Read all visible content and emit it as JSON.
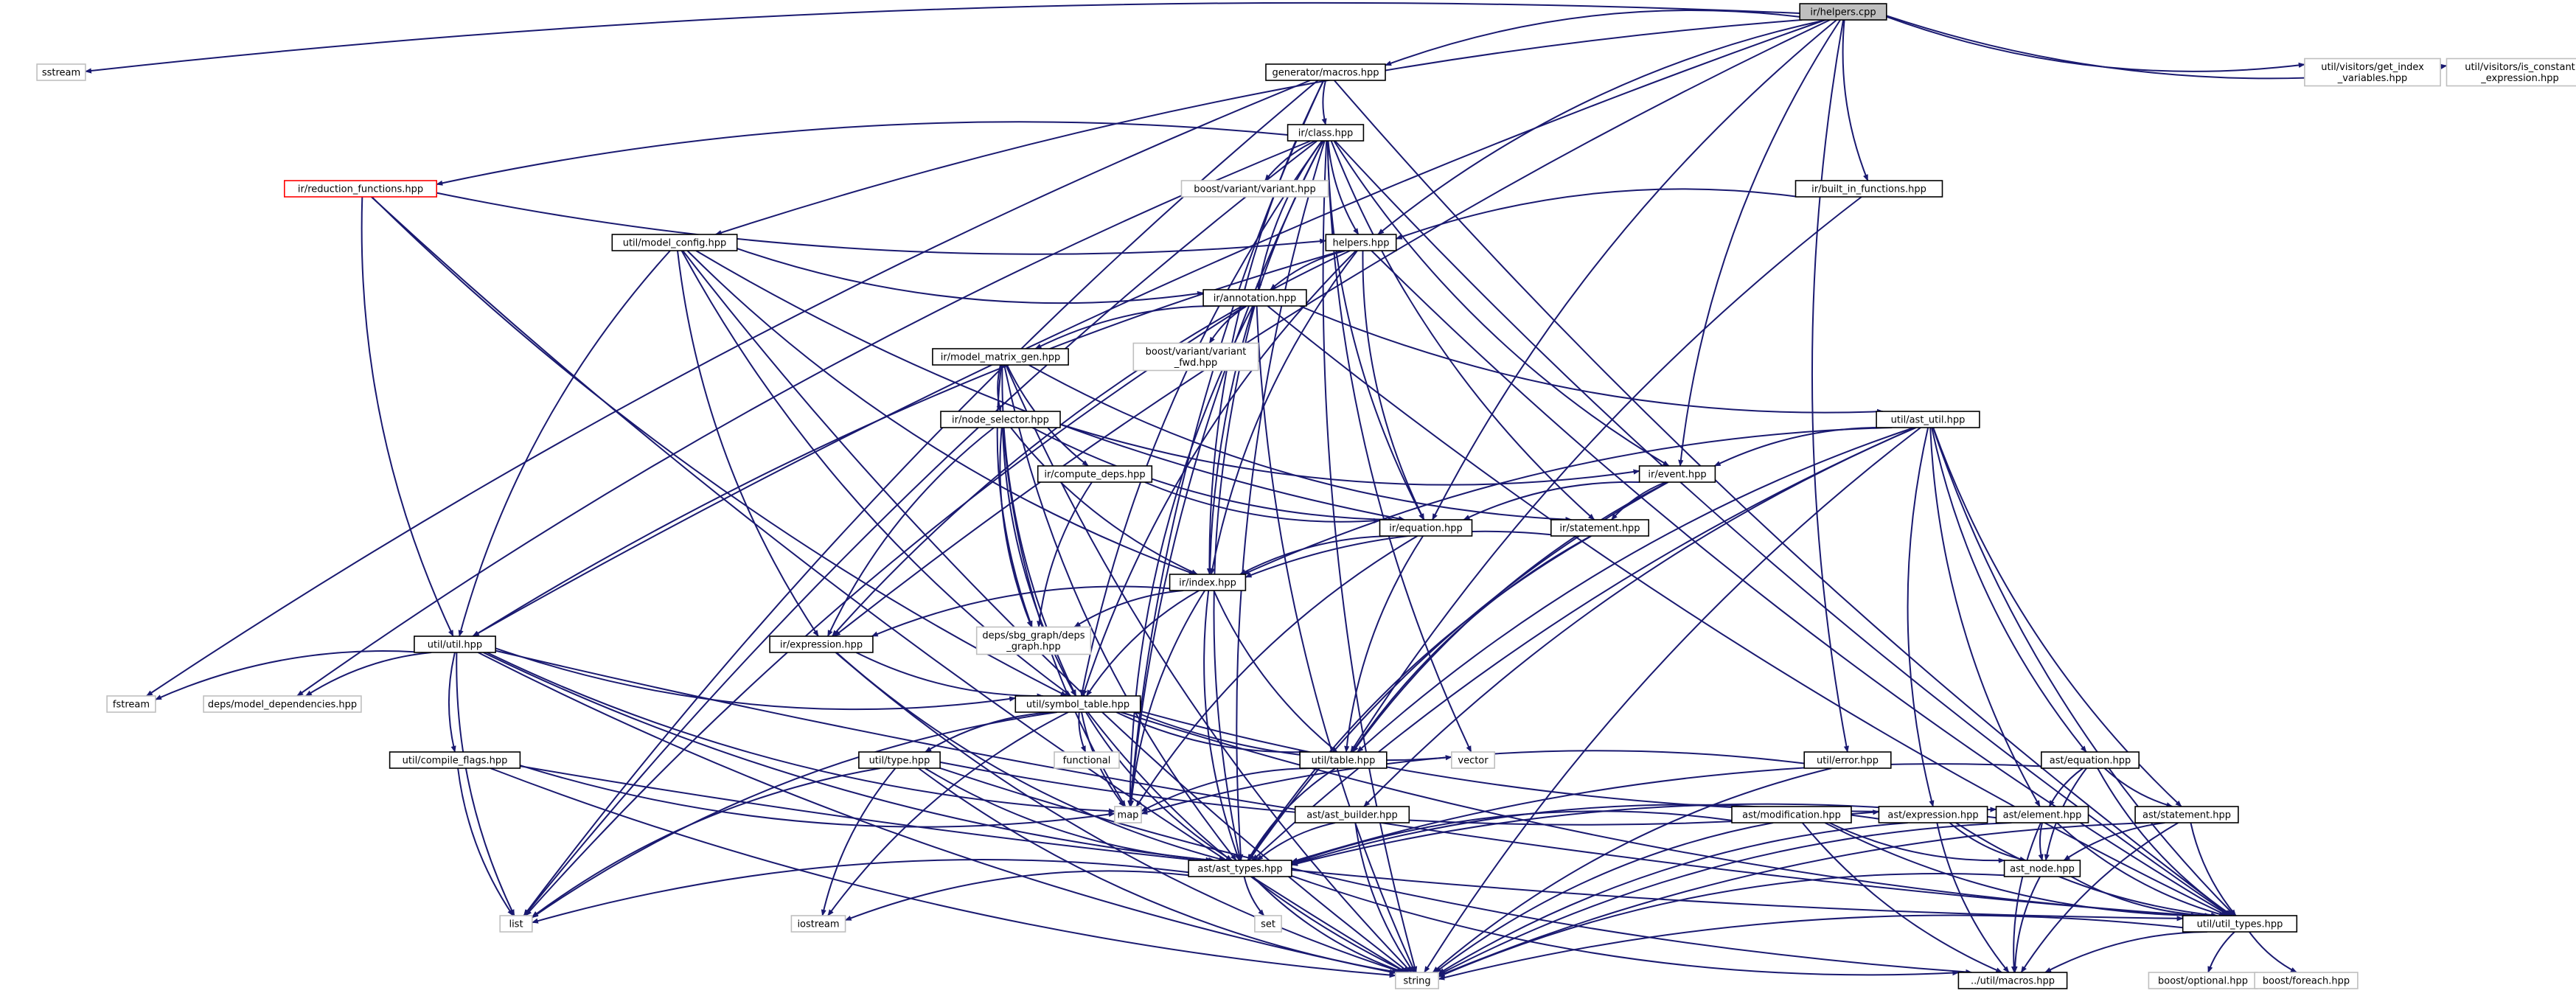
{
  "colors": {
    "edge": "#191970",
    "root_fill": "#bfbfbf",
    "box_stroke": "#000000",
    "external_stroke": "#bfbfbf",
    "highlight_stroke": "#ff0000",
    "background": "#ffffff"
  },
  "nodes": [
    {
      "id": "root",
      "label": "ir/helpers.cpp",
      "kind": "root"
    },
    {
      "id": "sstream",
      "label": "sstream",
      "kind": "external"
    },
    {
      "id": "macros",
      "label": "generator/macros.hpp",
      "kind": "file"
    },
    {
      "id": "getidx",
      "label": "util/visitors/get_index\n_variables.hpp",
      "kind": "external"
    },
    {
      "id": "isconst",
      "label": "util/visitors/is_constant\n_expression.hpp",
      "kind": "external"
    },
    {
      "id": "class",
      "label": "ir/class.hpp",
      "kind": "file"
    },
    {
      "id": "variant",
      "label": "boost/variant/variant.hpp",
      "kind": "external"
    },
    {
      "id": "reduction",
      "label": "ir/reduction_functions.hpp",
      "kind": "highlight"
    },
    {
      "id": "builtin",
      "label": "ir/built_in_functions.hpp",
      "kind": "file"
    },
    {
      "id": "modelcfg",
      "label": "util/model_config.hpp",
      "kind": "file"
    },
    {
      "id": "helpers",
      "label": "helpers.hpp",
      "kind": "file"
    },
    {
      "id": "annotation",
      "label": "ir/annotation.hpp",
      "kind": "file"
    },
    {
      "id": "varfwd",
      "label": "boost/variant/variant\n_fwd.hpp",
      "kind": "external"
    },
    {
      "id": "mmgen",
      "label": "ir/model_matrix_gen.hpp",
      "kind": "file"
    },
    {
      "id": "nodesel",
      "label": "ir/node_selector.hpp",
      "kind": "file"
    },
    {
      "id": "astutil",
      "label": "util/ast_util.hpp",
      "kind": "file"
    },
    {
      "id": "event",
      "label": "ir/event.hpp",
      "kind": "file"
    },
    {
      "id": "compdeps",
      "label": "ir/compute_deps.hpp",
      "kind": "file"
    },
    {
      "id": "equation",
      "label": "ir/equation.hpp",
      "kind": "file"
    },
    {
      "id": "statement",
      "label": "ir/statement.hpp",
      "kind": "file"
    },
    {
      "id": "index",
      "label": "ir/index.hpp",
      "kind": "file"
    },
    {
      "id": "sbg",
      "label": "deps/sbg_graph/deps\n_graph.hpp",
      "kind": "external"
    },
    {
      "id": "utilhpp",
      "label": "util/util.hpp",
      "kind": "file"
    },
    {
      "id": "expression",
      "label": "ir/expression.hpp",
      "kind": "file"
    },
    {
      "id": "fstream",
      "label": "fstream",
      "kind": "external"
    },
    {
      "id": "moddeps",
      "label": "deps/model_dependencies.hpp",
      "kind": "external"
    },
    {
      "id": "symtab",
      "label": "util/symbol_table.hpp",
      "kind": "file"
    },
    {
      "id": "compflags",
      "label": "util/compile_flags.hpp",
      "kind": "file"
    },
    {
      "id": "typehpp",
      "label": "util/type.hpp",
      "kind": "file"
    },
    {
      "id": "functional",
      "label": "functional",
      "kind": "external"
    },
    {
      "id": "table",
      "label": "util/table.hpp",
      "kind": "file"
    },
    {
      "id": "vector",
      "label": "vector",
      "kind": "external"
    },
    {
      "id": "error",
      "label": "util/error.hpp",
      "kind": "file"
    },
    {
      "id": "asteq",
      "label": "ast/equation.hpp",
      "kind": "file"
    },
    {
      "id": "map",
      "label": "map",
      "kind": "external"
    },
    {
      "id": "astbuilder",
      "label": "ast/ast_builder.hpp",
      "kind": "file"
    },
    {
      "id": "astmod",
      "label": "ast/modification.hpp",
      "kind": "file"
    },
    {
      "id": "astexpr",
      "label": "ast/expression.hpp",
      "kind": "file"
    },
    {
      "id": "astel",
      "label": "ast/element.hpp",
      "kind": "file"
    },
    {
      "id": "aststmt",
      "label": "ast/statement.hpp",
      "kind": "file"
    },
    {
      "id": "asttypes",
      "label": "ast/ast_types.hpp",
      "kind": "file"
    },
    {
      "id": "astnode",
      "label": "ast_node.hpp",
      "kind": "file"
    },
    {
      "id": "utiltypes",
      "label": "util/util_types.hpp",
      "kind": "file"
    },
    {
      "id": "list",
      "label": "list",
      "kind": "external"
    },
    {
      "id": "iostream",
      "label": "iostream",
      "kind": "external"
    },
    {
      "id": "set",
      "label": "set",
      "kind": "external"
    },
    {
      "id": "string",
      "label": "string",
      "kind": "external"
    },
    {
      "id": "utilmacros",
      "label": "../util/macros.hpp",
      "kind": "file"
    },
    {
      "id": "optional",
      "label": "boost/optional.hpp",
      "kind": "external"
    },
    {
      "id": "foreach",
      "label": "boost/foreach.hpp",
      "kind": "external"
    }
  ]
}
